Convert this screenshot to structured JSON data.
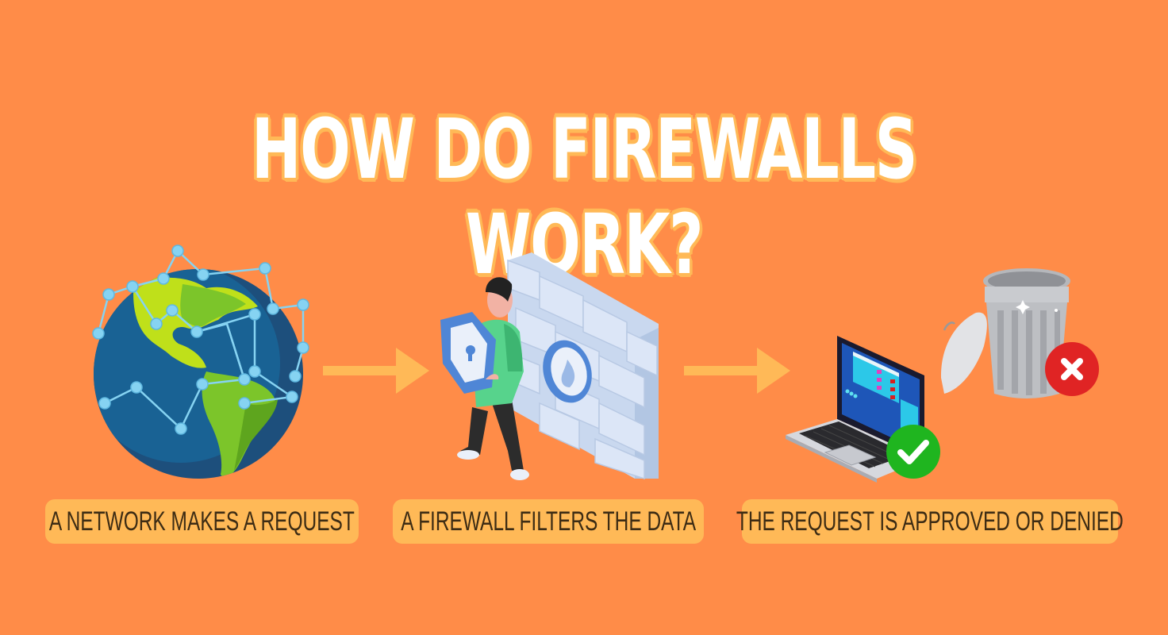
{
  "title": "HOW DO FIREWALLS WORK?",
  "colors": {
    "background": "#FF8C48",
    "accent": "#FFB957",
    "title_text": "#FFFFFF",
    "label_text": "#3D2C14",
    "approve": "#1FB51F",
    "deny": "#E02424"
  },
  "steps": [
    {
      "label": "A NETWORK MAKES A REQUEST",
      "icon": "globe-network-icon"
    },
    {
      "label": "A FIREWALL FILTERS THE DATA",
      "icon": "firewall-guard-icon"
    },
    {
      "label": "THE REQUEST IS APPROVED OR DENIED",
      "icon": "laptop-trash-icon"
    }
  ],
  "outcomes": {
    "approved_icon": "checkmark-icon",
    "denied_icon": "x-icon"
  }
}
